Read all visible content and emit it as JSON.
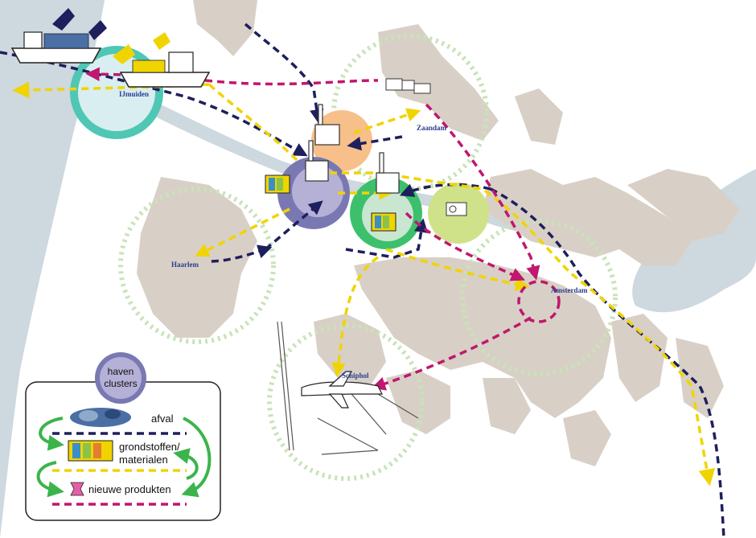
{
  "cities": {
    "ijmuiden": "IJmuiden",
    "zaandam": "Zaandam",
    "haarlem": "Haarlem",
    "amsterdam": "Amsterdam",
    "schiphol": "Schiphol"
  },
  "legend": {
    "title_line1": "haven",
    "title_line2": "clusters",
    "afval": "afval",
    "grondstoffen_line1": "grondstoffen/",
    "grondstoffen_line2": "materialen",
    "produkten": "nieuwe produkten"
  },
  "colors": {
    "sea": "#cdd8df",
    "land": "#ffffff",
    "urban": "#d8d0c6",
    "waste_line": "#1e1f5c",
    "material_line": "#f0d400",
    "product_line": "#c0176f",
    "cycle_arrow": "#3cb44b",
    "cluster_teal": "#4fc7b4",
    "cluster_orange": "#f7bf8a",
    "cluster_purple": "#7a78b3",
    "cluster_green": "#3cc06c",
    "cluster_lime": "#cfe28a",
    "dotted_ring": "#c9e3b8"
  },
  "icons": [
    "ship-icon",
    "factory-icon",
    "material-stack-icon",
    "waste-pile-icon",
    "product-icon",
    "airplane-icon",
    "office-building-icon"
  ]
}
